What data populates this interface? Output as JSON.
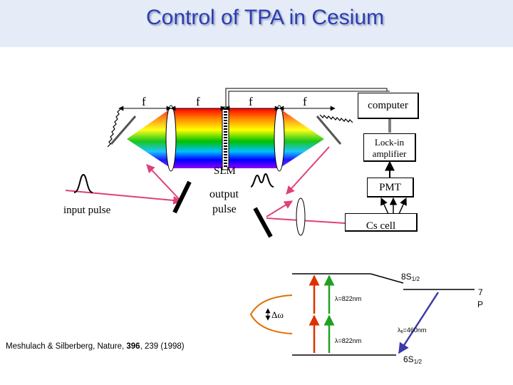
{
  "title": "Control of TPA in Cesium",
  "focal_labels": [
    "f",
    "f",
    "f",
    "f"
  ],
  "boxes": {
    "computer": "computer",
    "lockin": "Lock-in amplifier",
    "pmt": "PMT",
    "cs_cell": "Cs cell"
  },
  "labels": {
    "slm": "SLM",
    "input_pulse": "input pulse",
    "output_pulse_line1": "output",
    "output_pulse_line2": "pulse"
  },
  "energy_levels": {
    "level_8s": "8S",
    "level_8s_sub": "1/2",
    "level_7p_line1": "7",
    "level_7p_line2": "P",
    "level_6s": "6S",
    "level_6s_sub": "1/2",
    "lambda_upper": "λ=822nm",
    "lambda_lower": "λ=822nm",
    "lambda_fl": "λ",
    "lambda_fl_sub": "fl",
    "lambda_fl_value": "=460nm",
    "delta_omega": "Δω"
  },
  "citation": {
    "prefix": "Meshulach & Silberberg, Nature, ",
    "volume": "396",
    "suffix": ", 239 (1998)"
  },
  "colors": {
    "title": "#2a3eb1",
    "title_bar": "#e6ecf7",
    "beam": "#e0407a",
    "fluorescence": "#3a3aa8",
    "spectrum": [
      "#ff0000",
      "#ff8c00",
      "#ffff00",
      "#00c000",
      "#00bfff",
      "#0000ff",
      "#8b00ff"
    ]
  },
  "icons": [
    "mirror-icon",
    "lens-icon",
    "slm-icon",
    "pulse-shape-icon",
    "gaussian-spectrum-icon"
  ]
}
